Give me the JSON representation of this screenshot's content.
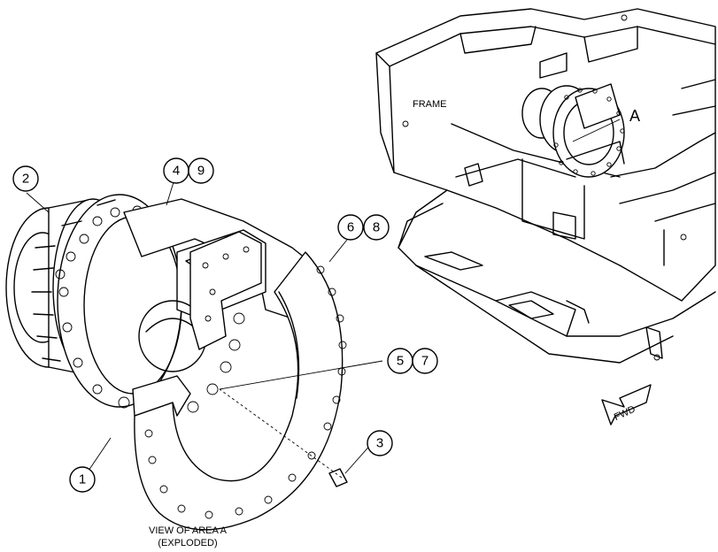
{
  "labels": {
    "frame": "FRAME",
    "area_marker": "A",
    "fwd": "FWD",
    "view_line1": "VIEW OF AREA A",
    "view_line2": "(EXPLODED)"
  },
  "callouts": {
    "c1": "1",
    "c2": "2",
    "c3": "3",
    "c4": "4",
    "c5": "5",
    "c6": "6",
    "c7": "7",
    "c8": "8",
    "c9": "9"
  }
}
